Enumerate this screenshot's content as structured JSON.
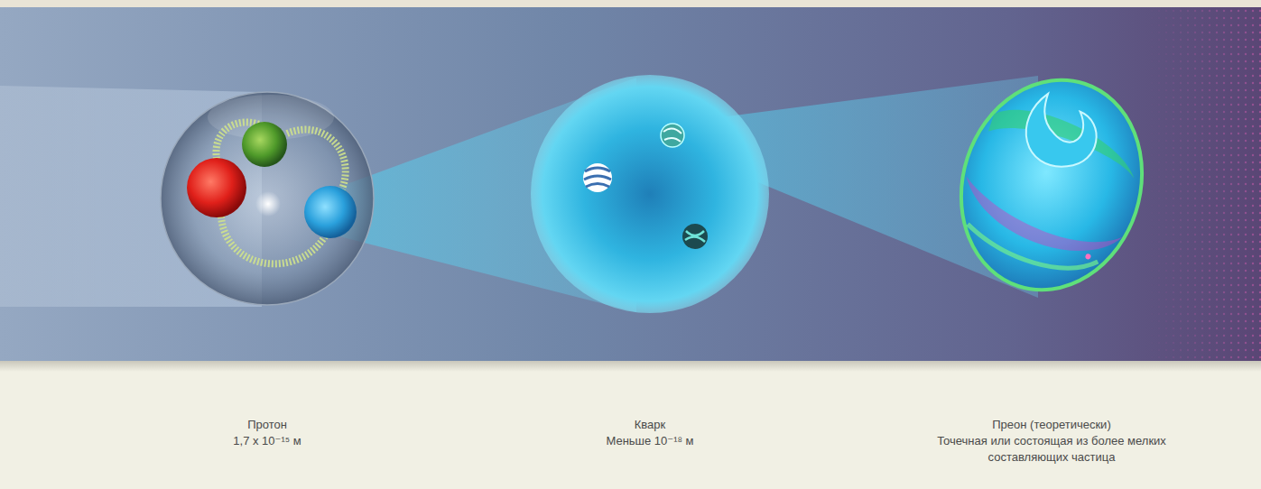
{
  "diagram": {
    "labels": [
      "Протон",
      "1,7 x 10⁻¹⁵ м",
      "Кварк",
      "Меньше 10⁻¹⁸ м",
      "Преон (теоретически)",
      "Точечная или состоящая из более мелких составляющих частица"
    ]
  }
}
